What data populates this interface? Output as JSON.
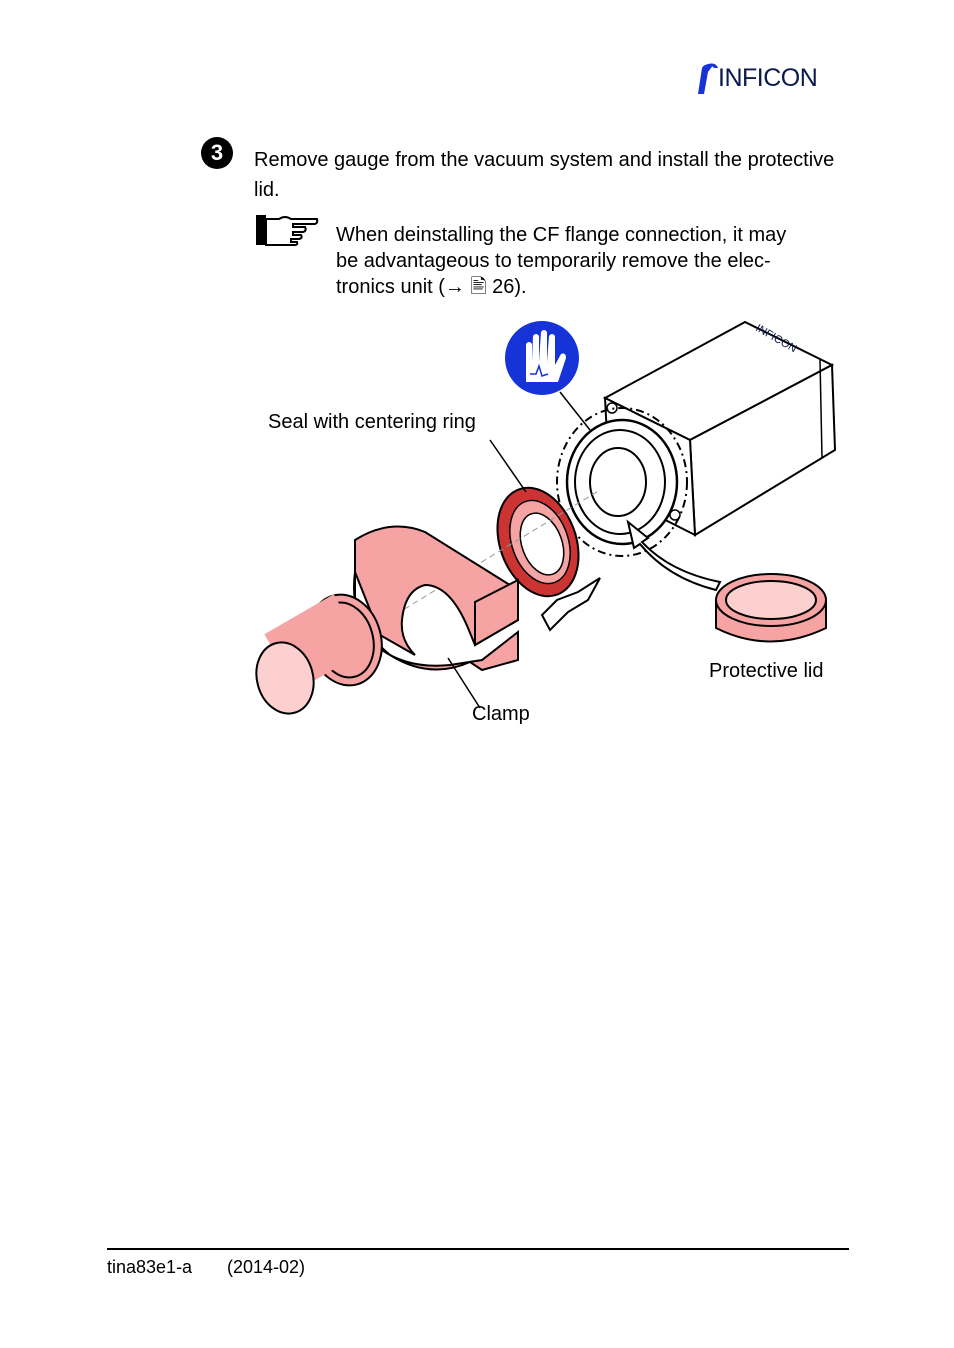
{
  "header": {
    "logo_text": "INFICON"
  },
  "step": {
    "number": "3",
    "text": "Remove gauge from the vacuum system and install the protective lid."
  },
  "note": {
    "icon": "pointing-hand-icon",
    "line1": "When deinstalling the CF flange connection, it may",
    "line2": "be advantageous to temporarily remove the elec-",
    "line3": "tronics unit (→ 🖹 26)."
  },
  "figure": {
    "labels": {
      "seal": "Seal with centering ring",
      "lid": "Protective lid",
      "clamp": "Clamp"
    },
    "device_logo_text": "INFICON",
    "icons": [
      "gloves-mandatory-icon",
      "arrow-icon"
    ],
    "colors": {
      "part_fill": "#f5a3a3",
      "seal_red": "#cc3333",
      "mandatory_blue": "#1633d8"
    }
  },
  "footer": {
    "doc_code": "tina83e1-a",
    "date": "(2014-02)"
  }
}
